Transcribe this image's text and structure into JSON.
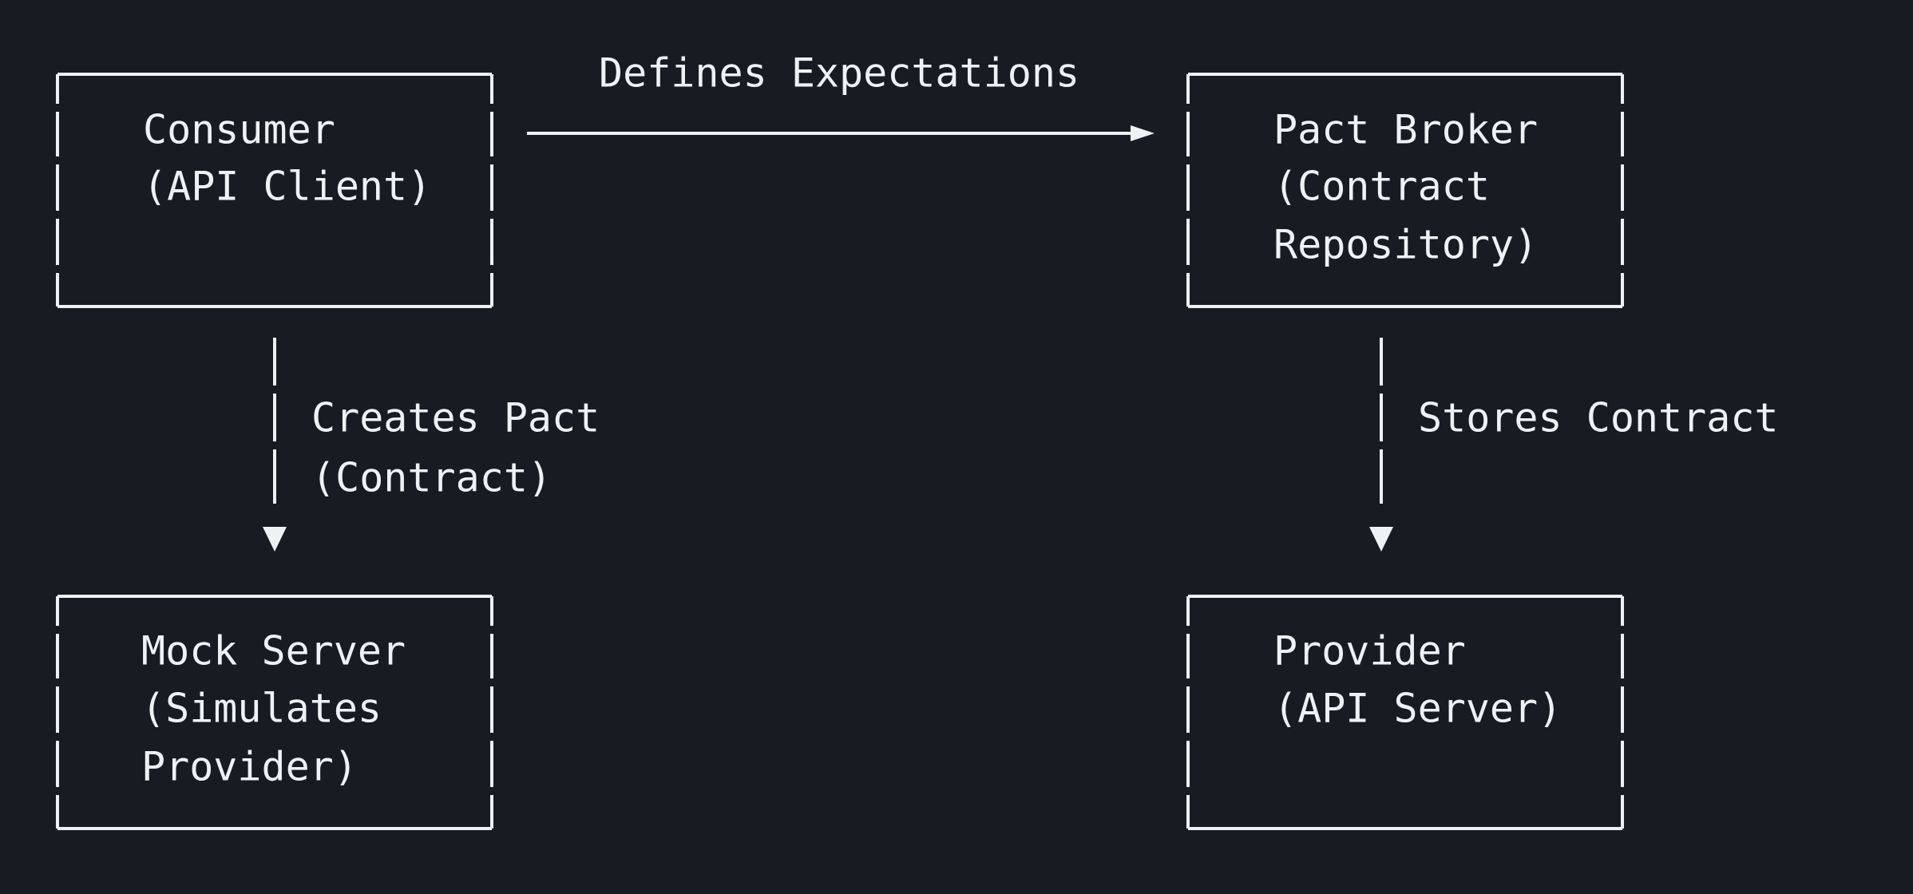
{
  "nodes": {
    "consumer": {
      "line1": "Consumer",
      "line2": "(API Client)"
    },
    "broker": {
      "line1": "Pact Broker",
      "line2": "(Contract",
      "line3": "Repository)"
    },
    "mock": {
      "line1": "Mock Server",
      "line2": "(Simulates",
      "line3": "Provider)"
    },
    "provider": {
      "line1": "Provider",
      "line2": "(API Server)"
    }
  },
  "edges": {
    "defines": {
      "label": "Defines Expectations"
    },
    "creates": {
      "line1": "Creates Pact",
      "line2": "(Contract)"
    },
    "stores": {
      "label": "Stores Contract"
    }
  },
  "colors": {
    "background": "#181c22",
    "foreground": "#eef2f5"
  }
}
